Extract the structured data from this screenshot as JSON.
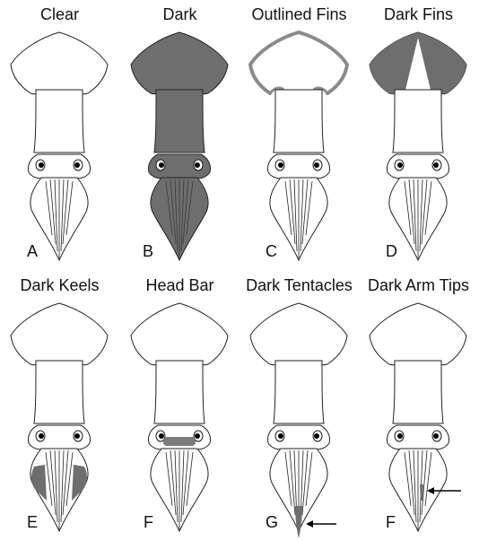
{
  "panels": [
    {
      "key": "A",
      "title": "Clear",
      "letter": "A",
      "pattern": "clear"
    },
    {
      "key": "B",
      "title": "Dark",
      "letter": "B",
      "pattern": "dark"
    },
    {
      "key": "C",
      "title": "Outlined Fins",
      "letter": "C",
      "pattern": "outlined-fins"
    },
    {
      "key": "D",
      "title": "Dark Fins",
      "letter": "D",
      "pattern": "dark-fins"
    },
    {
      "key": "E",
      "title": "Dark Keels",
      "letter": "E",
      "pattern": "dark-keels"
    },
    {
      "key": "F1",
      "title": "Head Bar",
      "letter": "F",
      "pattern": "head-bar"
    },
    {
      "key": "G",
      "title": "Dark Tentacles",
      "letter": "G",
      "pattern": "dark-tentacles"
    },
    {
      "key": "F2",
      "title": "Dark Arm Tips",
      "letter": "F",
      "pattern": "dark-arm-tips"
    }
  ],
  "colors": {
    "dark": "#6e6e6e",
    "outline": "#222222",
    "fin_outline": "#8a8a8a",
    "background": "#ffffff"
  }
}
